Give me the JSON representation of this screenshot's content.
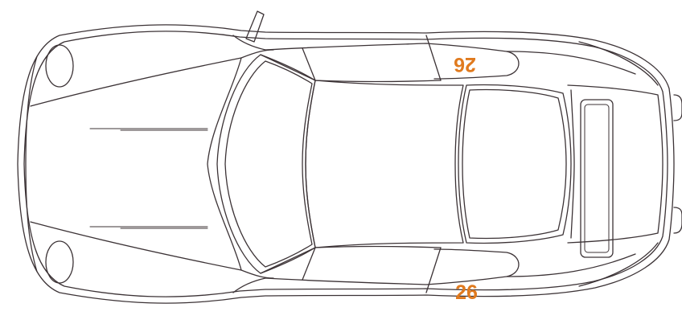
{
  "diagram": {
    "subject": "car-top-view",
    "line_color": "#3c3336",
    "number_color": "#e07a1e",
    "door_numbers": {
      "top": "26",
      "bottom": "26"
    }
  }
}
